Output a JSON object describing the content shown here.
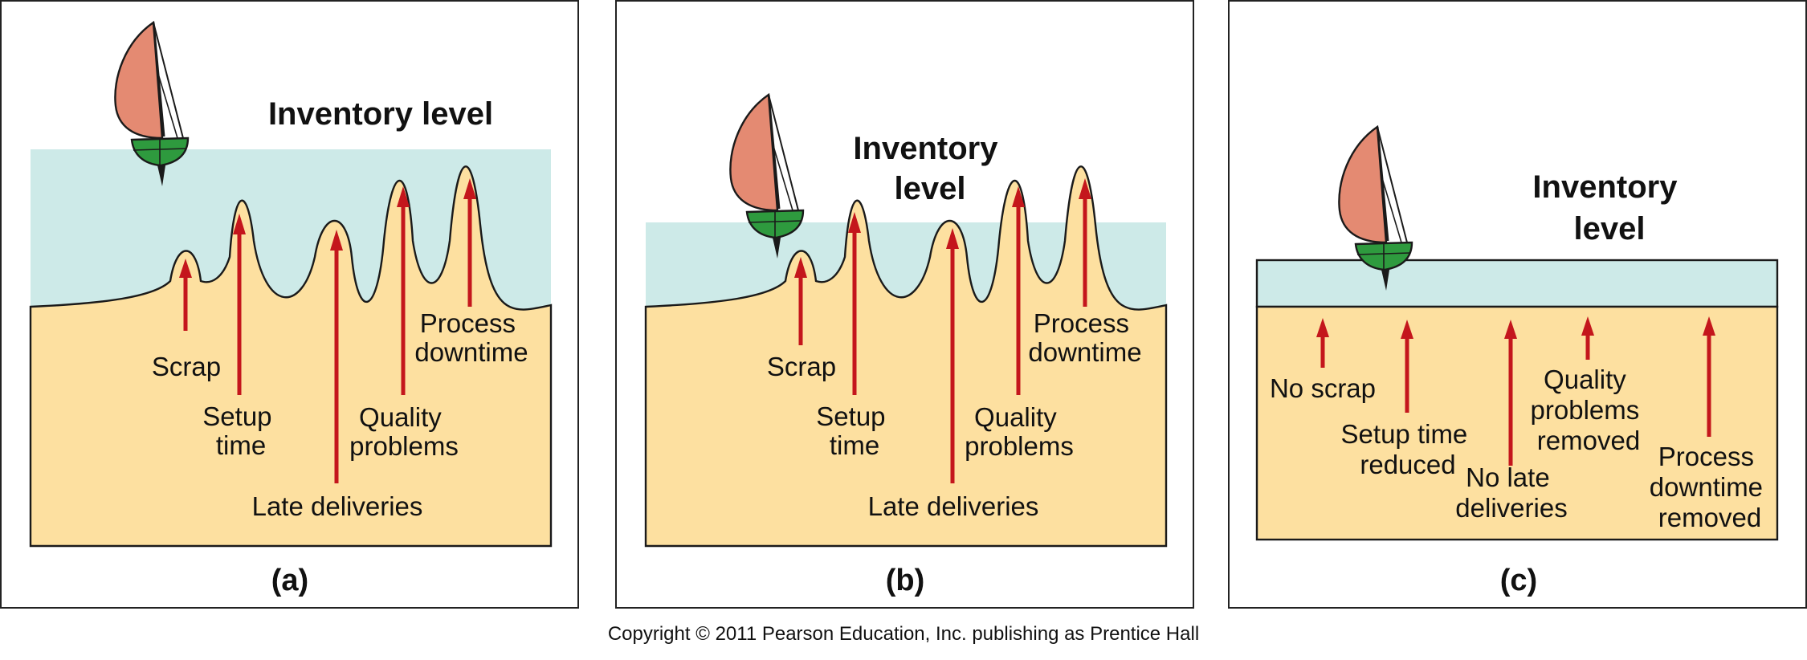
{
  "colors": {
    "water": "#cdeae8",
    "rocks": "#fde0a0",
    "arrow": "#c4161c",
    "sail": "#e48a72",
    "hull": "#2e9a3e",
    "outline": "#1a1a1a"
  },
  "icons": {
    "boat": "sailboat-icon",
    "arrow": "up-arrow-icon"
  },
  "panels": [
    {
      "id": "a",
      "letter": "(a)",
      "title_lines": [
        "Inventory level"
      ],
      "labels": [
        {
          "key": "scrap",
          "lines": [
            "Scrap"
          ]
        },
        {
          "key": "setup",
          "lines": [
            "Setup",
            "time"
          ]
        },
        {
          "key": "late",
          "lines": [
            "Late deliveries"
          ]
        },
        {
          "key": "quality",
          "lines": [
            "Quality",
            "problems"
          ]
        },
        {
          "key": "downtime",
          "lines": [
            "Process",
            "downtime"
          ]
        }
      ]
    },
    {
      "id": "b",
      "letter": "(b)",
      "title_lines": [
        "Inventory",
        "level"
      ],
      "labels": [
        {
          "key": "scrap",
          "lines": [
            "Scrap"
          ]
        },
        {
          "key": "setup",
          "lines": [
            "Setup",
            "time"
          ]
        },
        {
          "key": "late",
          "lines": [
            "Late deliveries"
          ]
        },
        {
          "key": "quality",
          "lines": [
            "Quality",
            "problems"
          ]
        },
        {
          "key": "downtime",
          "lines": [
            "Process",
            "downtime"
          ]
        }
      ]
    },
    {
      "id": "c",
      "letter": "(c)",
      "title_lines": [
        "Inventory",
        "level"
      ],
      "labels": [
        {
          "key": "scrap",
          "lines": [
            "No scrap"
          ]
        },
        {
          "key": "setup",
          "lines": [
            "Setup time",
            "reduced"
          ]
        },
        {
          "key": "late",
          "lines": [
            "No late",
            "deliveries"
          ]
        },
        {
          "key": "quality",
          "lines": [
            "Quality",
            "problems",
            "removed"
          ]
        },
        {
          "key": "downtime",
          "lines": [
            "Process",
            "downtime",
            "removed"
          ]
        }
      ]
    }
  ],
  "copyright": "Copyright © 2011 Pearson Education, Inc. publishing as Prentice Hall"
}
